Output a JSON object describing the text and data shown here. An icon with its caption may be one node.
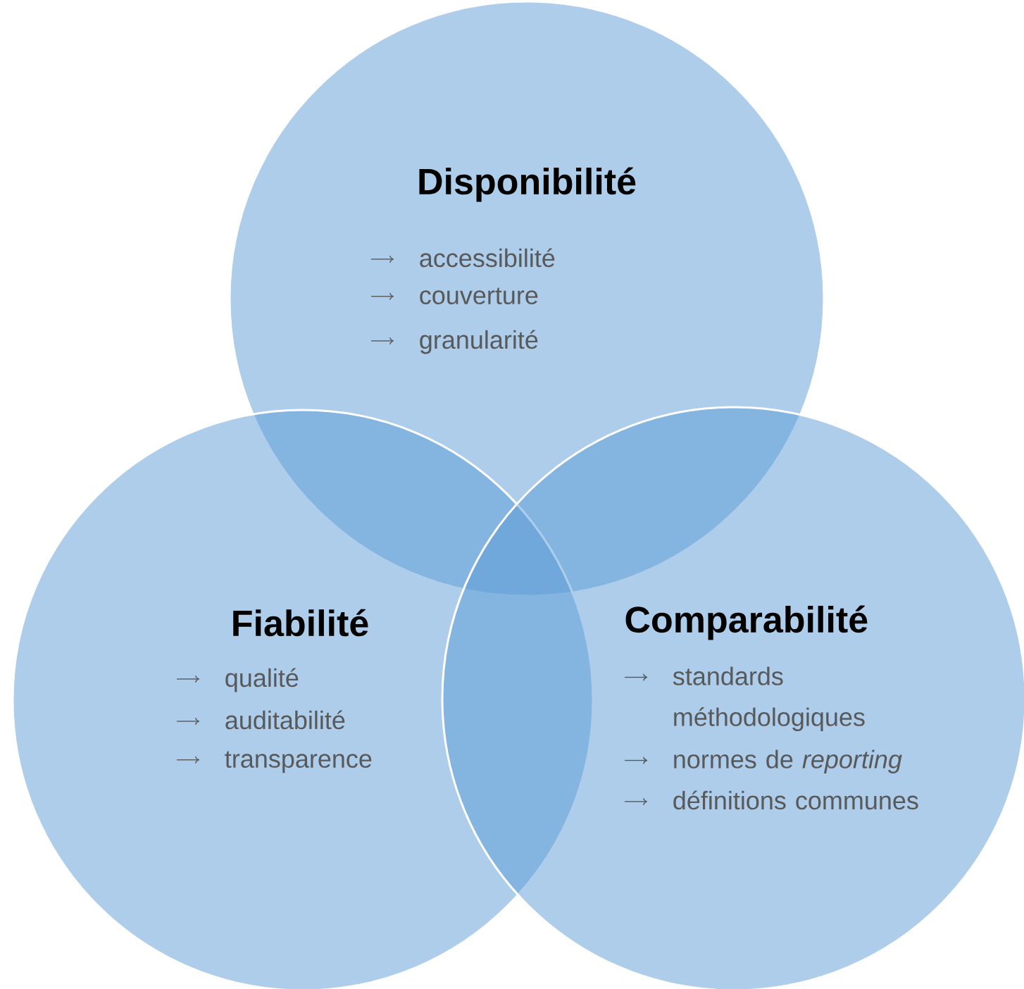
{
  "diagram": {
    "nodes": [
      {
        "text": [
          "Disponibilité",
          "accessibilité",
          "couverture",
          "granularité"
        ]
      },
      {
        "text": [
          "Fiabilité",
          "qualité",
          "auditabilité",
          "transparence"
        ]
      },
      {
        "text": [
          "Comparabilité",
          "standards méthodologiques",
          "normes de *reporting*",
          "définitions communes"
        ]
      }
    ]
  }
}
